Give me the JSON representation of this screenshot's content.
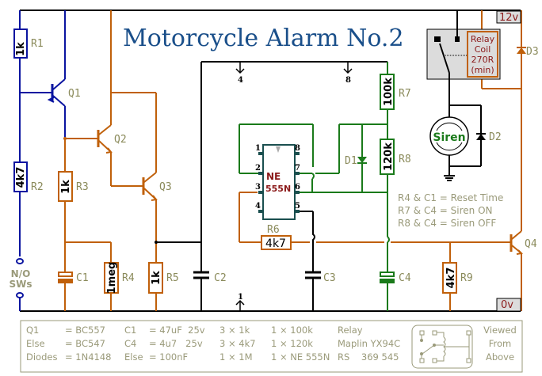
{
  "title": "Motorcycle Alarm No.2",
  "colors": {
    "blue": "#0a14a0",
    "orange": "#c0600a",
    "green": "#1a7a1a",
    "black": "#000000",
    "label": "#8a8a5a",
    "title": "#1a4f8a",
    "ic_text": "#8b1a1a",
    "relay_fill": "#dcdcdc"
  },
  "rails": {
    "positive": "12v",
    "ground": "0v"
  },
  "components": {
    "R1": {
      "label": "R1",
      "value": "1k"
    },
    "R2": {
      "label": "R2",
      "value": "4k7"
    },
    "R3": {
      "label": "R3",
      "value": "1k"
    },
    "R4": {
      "label": "R4",
      "value": "1meg"
    },
    "R5": {
      "label": "R5",
      "value": "1k"
    },
    "R6": {
      "label": "R6",
      "value": "4k7"
    },
    "R7": {
      "label": "R7",
      "value": "100k"
    },
    "R8": {
      "label": "R8",
      "value": "120k"
    },
    "R9": {
      "label": "R9",
      "value": "4k7"
    },
    "C1": {
      "label": "C1"
    },
    "C2": {
      "label": "C2"
    },
    "C3": {
      "label": "C3"
    },
    "C4": {
      "label": "C4"
    },
    "Q1": {
      "label": "Q1"
    },
    "Q2": {
      "label": "Q2"
    },
    "Q3": {
      "label": "Q3"
    },
    "Q4": {
      "label": "Q4"
    },
    "D1": {
      "label": "D1"
    },
    "D2": {
      "label": "D2"
    },
    "D3": {
      "label": "D3"
    },
    "IC": {
      "line1": "NE",
      "line2": "555N",
      "pins": [
        "1",
        "2",
        "3",
        "4",
        "5",
        "6",
        "7",
        "8"
      ]
    },
    "relay": {
      "line1": "Relay",
      "line2": "Coil",
      "line3": "270R",
      "line4": "(min)"
    },
    "siren": {
      "label": "Siren"
    },
    "switches": {
      "line1": "N/O",
      "line2": "SWs"
    }
  },
  "pin_markers": {
    "top_left": "4",
    "top_right": "8",
    "bottom": "1"
  },
  "notes": [
    "R4 & C1 = Reset Time",
    "R7 & C4 = Siren ON",
    "R8 & C4 = Siren OFF"
  ],
  "bom": {
    "col1": [
      "Q1",
      "Else",
      "Diodes"
    ],
    "col2": [
      "= BC557",
      "= BC547",
      "= 1N4148"
    ],
    "col3": [
      "C1",
      "C4",
      "Else"
    ],
    "col4": [
      "= 47uF  25v",
      "= 4u7   25v",
      "= 100nF"
    ],
    "col5": [
      "3 × 1k",
      "3 × 4k7",
      "1 × 1M"
    ],
    "col6": [
      "1 × 100k",
      "1 × 120k",
      "1 × NE 555N"
    ],
    "col7": [
      "Relay",
      "Maplin YX94C",
      "RS    369 545"
    ],
    "col8": [
      "Viewed",
      "From",
      "Above"
    ]
  }
}
